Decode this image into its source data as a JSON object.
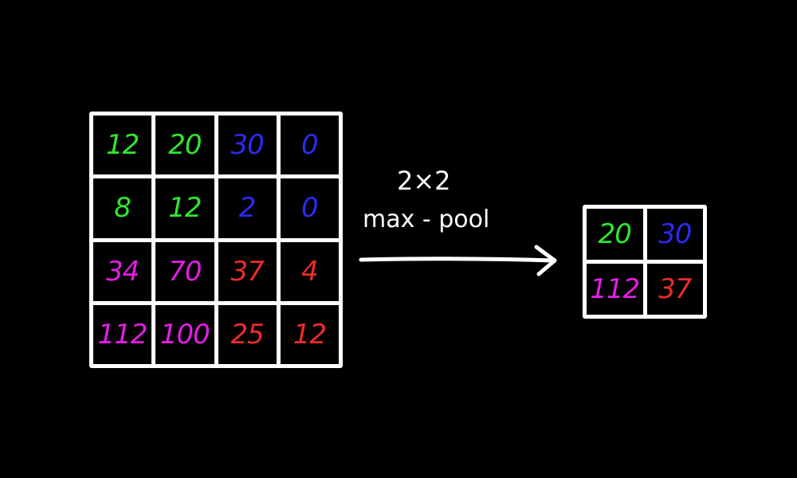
{
  "operation": {
    "size": "2×2",
    "name": "max - pool"
  },
  "colors": {
    "background": "#000000",
    "lines": "#ffffff",
    "green": "#2ee62e",
    "blue": "#2b2bf0",
    "magenta": "#e31ee3",
    "red": "#ee2a2a"
  },
  "input_grid": {
    "rows": [
      [
        {
          "value": "12",
          "color": "green"
        },
        {
          "value": "20",
          "color": "green"
        },
        {
          "value": "30",
          "color": "blue"
        },
        {
          "value": "0",
          "color": "blue"
        }
      ],
      [
        {
          "value": "8",
          "color": "green"
        },
        {
          "value": "12",
          "color": "green"
        },
        {
          "value": "2",
          "color": "blue"
        },
        {
          "value": "0",
          "color": "blue"
        }
      ],
      [
        {
          "value": "34",
          "color": "magenta"
        },
        {
          "value": "70",
          "color": "magenta"
        },
        {
          "value": "37",
          "color": "red"
        },
        {
          "value": "4",
          "color": "red"
        }
      ],
      [
        {
          "value": "112",
          "color": "magenta"
        },
        {
          "value": "100",
          "color": "magenta"
        },
        {
          "value": "25",
          "color": "red"
        },
        {
          "value": "12",
          "color": "red"
        }
      ]
    ]
  },
  "output_grid": {
    "rows": [
      [
        {
          "value": "20",
          "color": "green"
        },
        {
          "value": "30",
          "color": "blue"
        }
      ],
      [
        {
          "value": "112",
          "color": "magenta"
        },
        {
          "value": "37",
          "color": "red"
        }
      ]
    ]
  }
}
